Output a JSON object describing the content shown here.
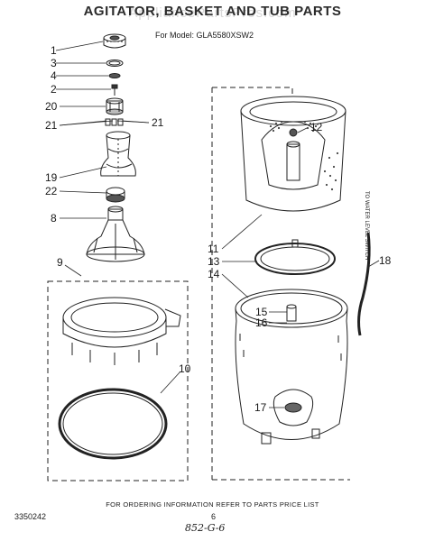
{
  "diagram": {
    "title": "AGITATOR, BASKET AND TUB PARTS",
    "watermark": "AppliancePartsPros.com",
    "model_line": "For Model: GLA5580XSW2",
    "water_level_label": "TO WATER LEVEL SWITCH",
    "footer_note": "FOR ORDERING INFORMATION REFER TO PARTS PRICE LIST",
    "doc_code": "3350242",
    "page_number": "6",
    "handwritten": "852-G-6",
    "callouts": {
      "c1": "1",
      "c3": "3",
      "c4": "4",
      "c2": "2",
      "c20": "20",
      "c21a": "21",
      "c21b": "21",
      "c19": "19",
      "c22": "22",
      "c8": "8",
      "c9": "9",
      "c10": "10",
      "c12": "12",
      "c11": "11",
      "c13": "13",
      "c14": "14",
      "c15": "15",
      "c16": "16",
      "c17": "17",
      "c18": "18"
    }
  }
}
